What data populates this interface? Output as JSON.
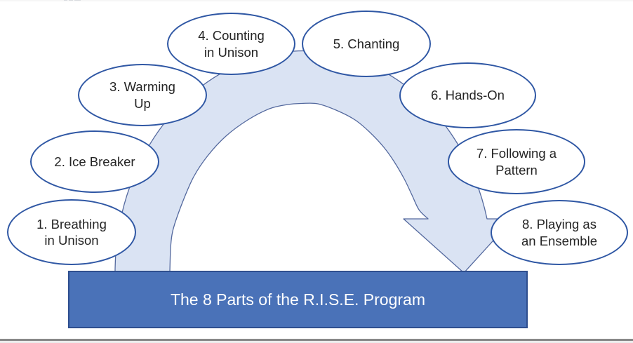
{
  "diagram": {
    "title": "The 8 Parts of the R.I.S.E. Program",
    "steps": [
      {
        "label": "1. Breathing in Unison",
        "lines": [
          "1. Breathing",
          "in Unison"
        ]
      },
      {
        "label": "2. Ice Breaker",
        "lines": [
          "2. Ice Breaker",
          ""
        ]
      },
      {
        "label": "3. Warming Up",
        "lines": [
          "3. Warming",
          "Up"
        ]
      },
      {
        "label": "4. Counting in Unison",
        "lines": [
          "4. Counting",
          "in Unison"
        ]
      },
      {
        "label": "5. Chanting",
        "lines": [
          "5. Chanting",
          ""
        ]
      },
      {
        "label": "6. Hands-On",
        "lines": [
          "6. Hands-On",
          ""
        ]
      },
      {
        "label": "7. Following a Pattern",
        "lines": [
          "7. Following a",
          "Pattern"
        ]
      },
      {
        "label": "8. Playing as an Ensemble",
        "lines": [
          "8. Playing as",
          "an Ensemble"
        ]
      }
    ],
    "colors": {
      "bubble_border": "#2f57a4",
      "bubble_fill": "#ffffff",
      "arch_fill": "#dae3f3",
      "arch_outline": "#54699e",
      "title_fill": "#4a72b8",
      "title_border": "#2e4e8e",
      "title_text": "#ffffff"
    }
  }
}
